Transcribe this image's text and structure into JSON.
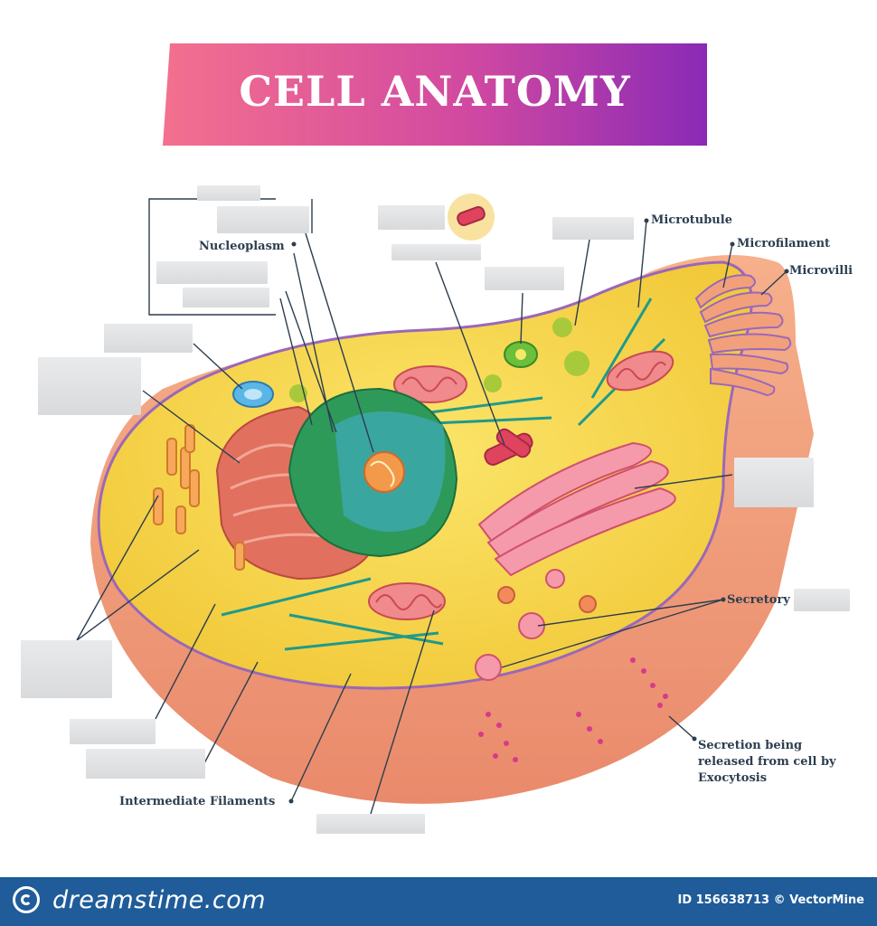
{
  "title": "CELL ANATOMY",
  "labels": {
    "nucleoplasm": "Nucleoplasm",
    "microtubule": "Microtubule",
    "microfilament": "Microfilament",
    "microvilli": "Microvilli",
    "secretory": "Secretory",
    "secretion": "Secretion being released from cell by Exocytosis",
    "secretion_line1": "Secretion being",
    "secretion_line2": "released from cell by",
    "secretion_line3": "Exocytosis",
    "intermediate_filaments": "Intermediate Filaments"
  },
  "footer": {
    "brand": "dreamstime.com",
    "image_id": "ID 156638713 © VectorMine"
  },
  "colors": {
    "banner_left": "#f26a8d",
    "banner_right": "#8e2bb8",
    "cytoplasm": "#f7d84a",
    "membrane": "#f2a07b",
    "nucleus_outer": "#2e9a5a",
    "nucleus_inner": "#3aa6a0",
    "er": "#e36b5a",
    "golgi": "#f08aa5",
    "footer": "#1f5c99"
  }
}
